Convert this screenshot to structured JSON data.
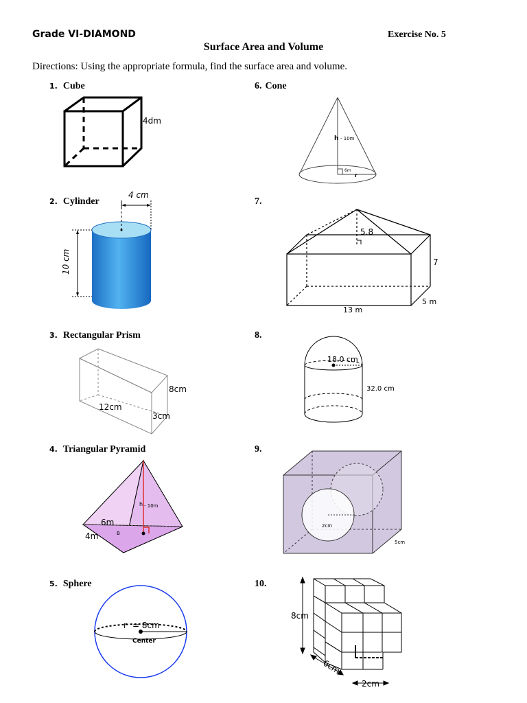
{
  "header": {
    "grade": "Grade VI-DIAMOND",
    "exercise": "Exercise No. 5",
    "title": "Surface Area and Volume",
    "directions": "Directions: Using the appropriate formula, find the surface area and volume."
  },
  "items": [
    {
      "num": "1.",
      "label": "Cube",
      "dims": [
        "4dm"
      ]
    },
    {
      "num": "2.",
      "label": "Cylinder",
      "dims": [
        "4 cm",
        "10 cm"
      ]
    },
    {
      "num": "3.",
      "label": "Rectangular Prism",
      "dims": [
        "8cm",
        "12cm",
        "3cm"
      ]
    },
    {
      "num": "4.",
      "label": "Triangular Pyramid",
      "dims": [
        "h",
        "- 10m",
        "6m",
        "4m",
        "B"
      ]
    },
    {
      "num": "5.",
      "label": "Sphere",
      "dims": [
        "r",
        "= 8cm",
        "Center"
      ]
    },
    {
      "num": "6.",
      "label": "Cone",
      "dims": [
        "h",
        "- 10m",
        "6m",
        "r"
      ]
    },
    {
      "num": "7.",
      "label": "",
      "dims": [
        "5.8",
        "7",
        "13 m",
        "5 m"
      ]
    },
    {
      "num": "8.",
      "label": "",
      "dims": [
        "18.0 cm",
        "32.0 cm"
      ]
    },
    {
      "num": "9.",
      "label": "",
      "dims": [
        "2cm",
        "5cm"
      ]
    },
    {
      "num": "10.",
      "label": "",
      "dims": [
        "8cm",
        "6cm",
        "2cm"
      ]
    }
  ],
  "colors": {
    "cylinder": "#2f8fdc",
    "pyramid": "#e8c6ef",
    "cube_fill": "#d9cfe6"
  }
}
